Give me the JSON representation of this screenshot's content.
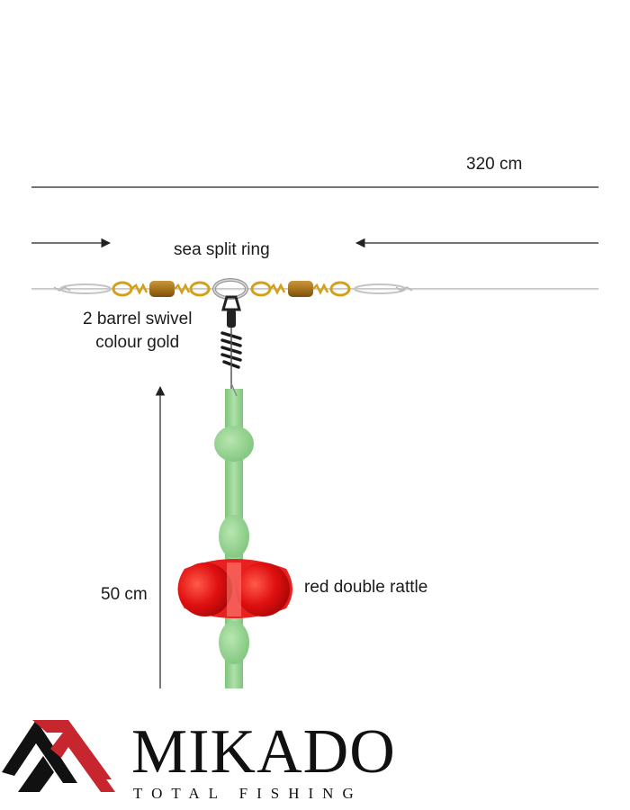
{
  "diagram": {
    "main_length": "320 cm",
    "ring_label": "sea split ring",
    "swivel_label_line1": "2 barrel swivel",
    "swivel_label_line2": "colour gold",
    "rattle_label": "red double rattle",
    "dropper_length": "50 cm"
  },
  "brand": {
    "name": "MIKADO",
    "tagline": "TOTAL FISHING"
  },
  "colors": {
    "swivel_gold": "#d4a017",
    "barrel_brown": "#a8741c",
    "rattle_red": "#e01010",
    "tube_green": "#8fd08f",
    "logo_red": "#c8262e",
    "logo_black": "#111111"
  }
}
